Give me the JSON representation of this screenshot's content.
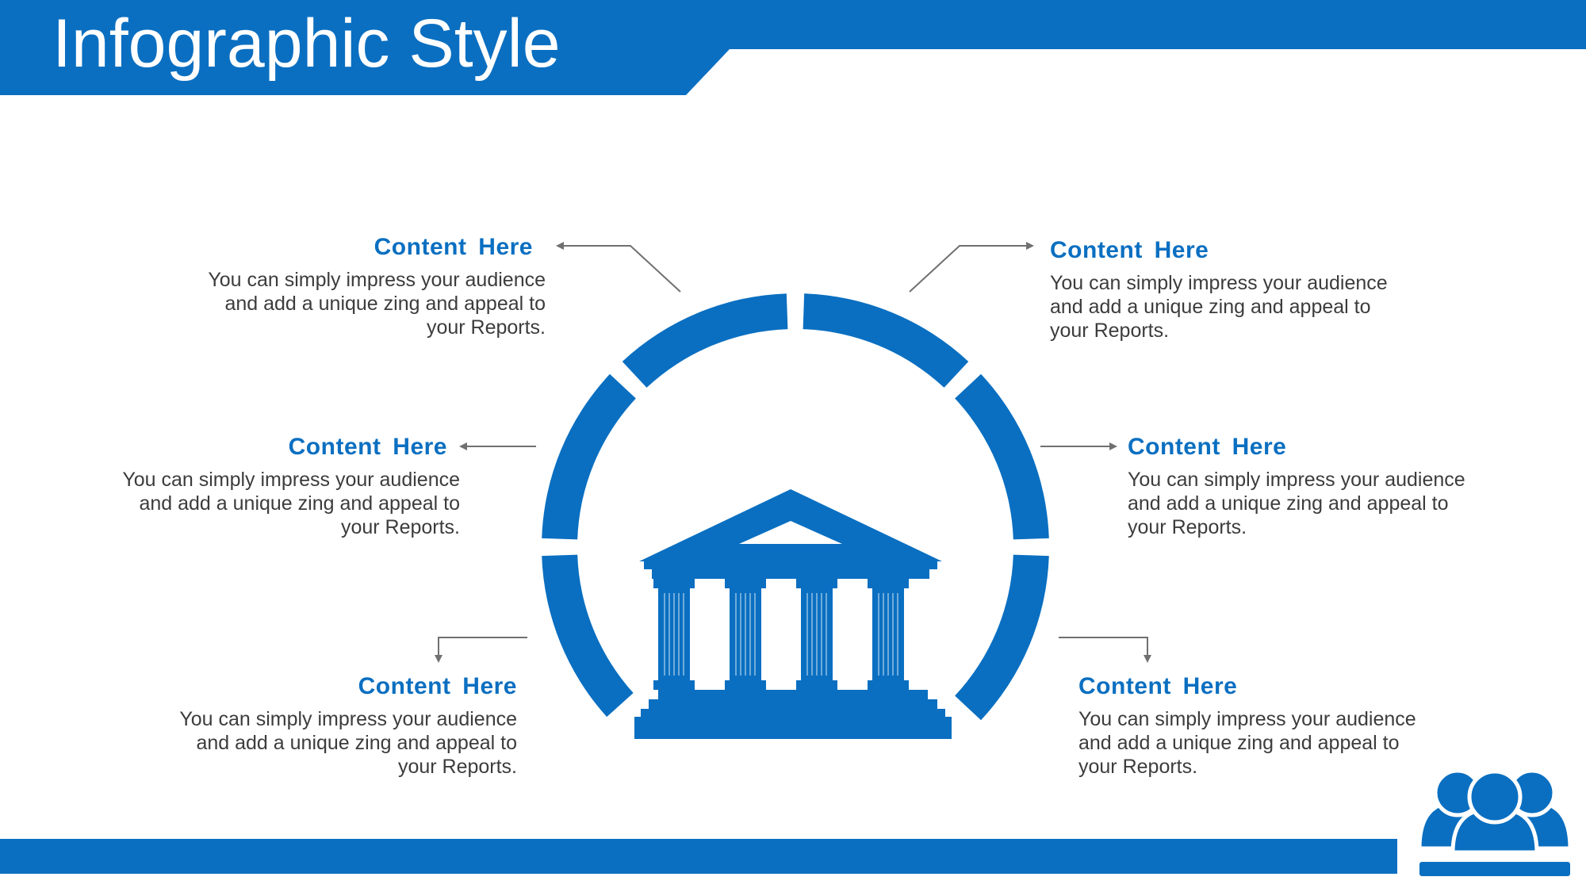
{
  "title": "Infographic Style",
  "colors": {
    "accent": "#0a6fc1",
    "text": "#3c3c3c",
    "connector": "#707070"
  },
  "items": [
    {
      "heading": "Content  Here",
      "body": "You can simply impress your audience and add a unique zing and appeal to your Reports."
    },
    {
      "heading": "Content  Here",
      "body": "You can simply impress your audience and add a unique zing and appeal to your Reports."
    },
    {
      "heading": "Content  Here",
      "body": "You can simply impress your audience and add a unique zing and appeal to your Reports."
    },
    {
      "heading": "Content  Here",
      "body": "You can simply impress your audience and add a unique zing and appeal to your Reports."
    },
    {
      "heading": "Content  Here",
      "body": "You can simply impress your audience and add a unique zing and appeal to your Reports."
    },
    {
      "heading": "Content  Here",
      "body": "You can simply impress your audience and add a unique zing and appeal to your Reports."
    }
  ],
  "icons": {
    "center": "bank-building-icon",
    "corner": "people-group-icon"
  }
}
